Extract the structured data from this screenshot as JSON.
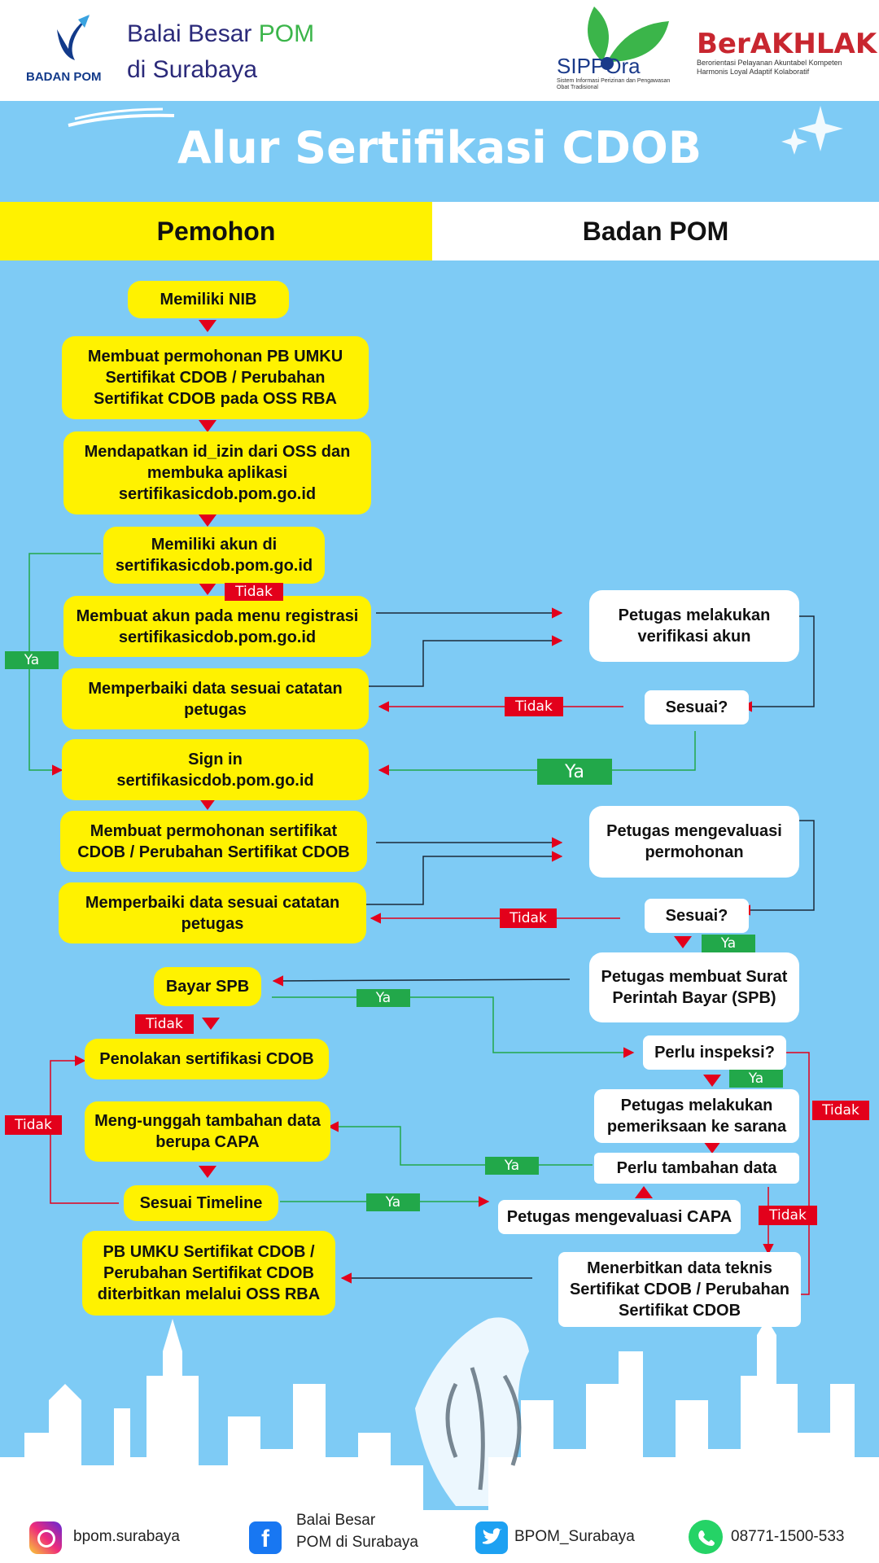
{
  "header": {
    "logo_text": "BADAN POM",
    "org_line1_a": "Balai Besar ",
    "org_line1_b": "POM",
    "org_line2": "di Surabaya",
    "sippora_logo": "SIPPOra",
    "sippora_caption": "Sistem Informasi Perizinan dan Pengawasan Obat Tradisional",
    "berakhlak_logo": "BerAKHLAK",
    "berakhlak_caption": "Berorientasi Pelayanan Akuntabel Kompeten Harmonis Loyal Adaptif Kolaboratif"
  },
  "title": "Alur Sertifikasi CDOB",
  "lanes": {
    "applicant": "Pemohon",
    "agency": "Badan POM"
  },
  "colors": {
    "sky": "#7ecbf5",
    "yellow": "#fff200",
    "red": "#e3001b",
    "green": "#22a84a"
  },
  "nodes": {
    "nib": "Memiliki NIB",
    "pb_umku": "Membuat permohonan PB UMKU\nSertifikat CDOB / Perubahan\nSertifikat CDOB pada OSS RBA",
    "id_izin": "Mendapatkan id_izin dari OSS dan\nmembuka aplikasi\nsertifikasicdob.pom.go.id",
    "have_account": "Memiliki akun di\nsertifikasicdob.pom.go.id",
    "create_account": "Membuat akun pada menu registrasi\nsertifikasicdob.pom.go.id",
    "fix_data_1": "Memperbaiki data sesuai catatan\npetugas",
    "sign_in": "Sign in\nsertifikasicdob.pom.go.id",
    "apply_cert": "Membuat permohonan sertifikat\nCDOB / Perubahan Sertifikat CDOB",
    "fix_data_2": "Memperbaiki data sesuai catatan\npetugas",
    "pay_spb": "Bayar SPB",
    "rejection": "Penolakan sertifikasi CDOB",
    "upload_capa": "Meng-unggah tambahan data\nberupa CAPA",
    "timeline": "Sesuai Timeline",
    "issued": "PB UMKU Sertifikat CDOB /\nPerubahan Sertifikat CDOB\nditerbitkan melalui OSS RBA",
    "verify_account": "Petugas melakukan\nverifikasi akun",
    "match_1": "Sesuai?",
    "evaluate_app": "Petugas mengevaluasi\npermohonan",
    "match_2": "Sesuai?",
    "make_spb": "Petugas membuat Surat\nPerintah Bayar (SPB)",
    "need_inspection": "Perlu inspeksi?",
    "site_inspection": "Petugas melakukan\npemeriksaan ke sarana",
    "need_more_data": "Perlu tambahan data",
    "evaluate_capa": "Petugas mengevaluasi CAPA",
    "publish_tech": "Menerbitkan data teknis\nSertifikat CDOB / Perubahan\nSertifikat CDOB"
  },
  "badges": {
    "tidak": "Tidak",
    "ya": "Ya"
  },
  "footer": {
    "instagram": "bpom.surabaya",
    "facebook": "Balai Besar\nPOM di Surabaya",
    "twitter": "BPOM_Surabaya",
    "whatsapp": "08771-1500-533"
  }
}
